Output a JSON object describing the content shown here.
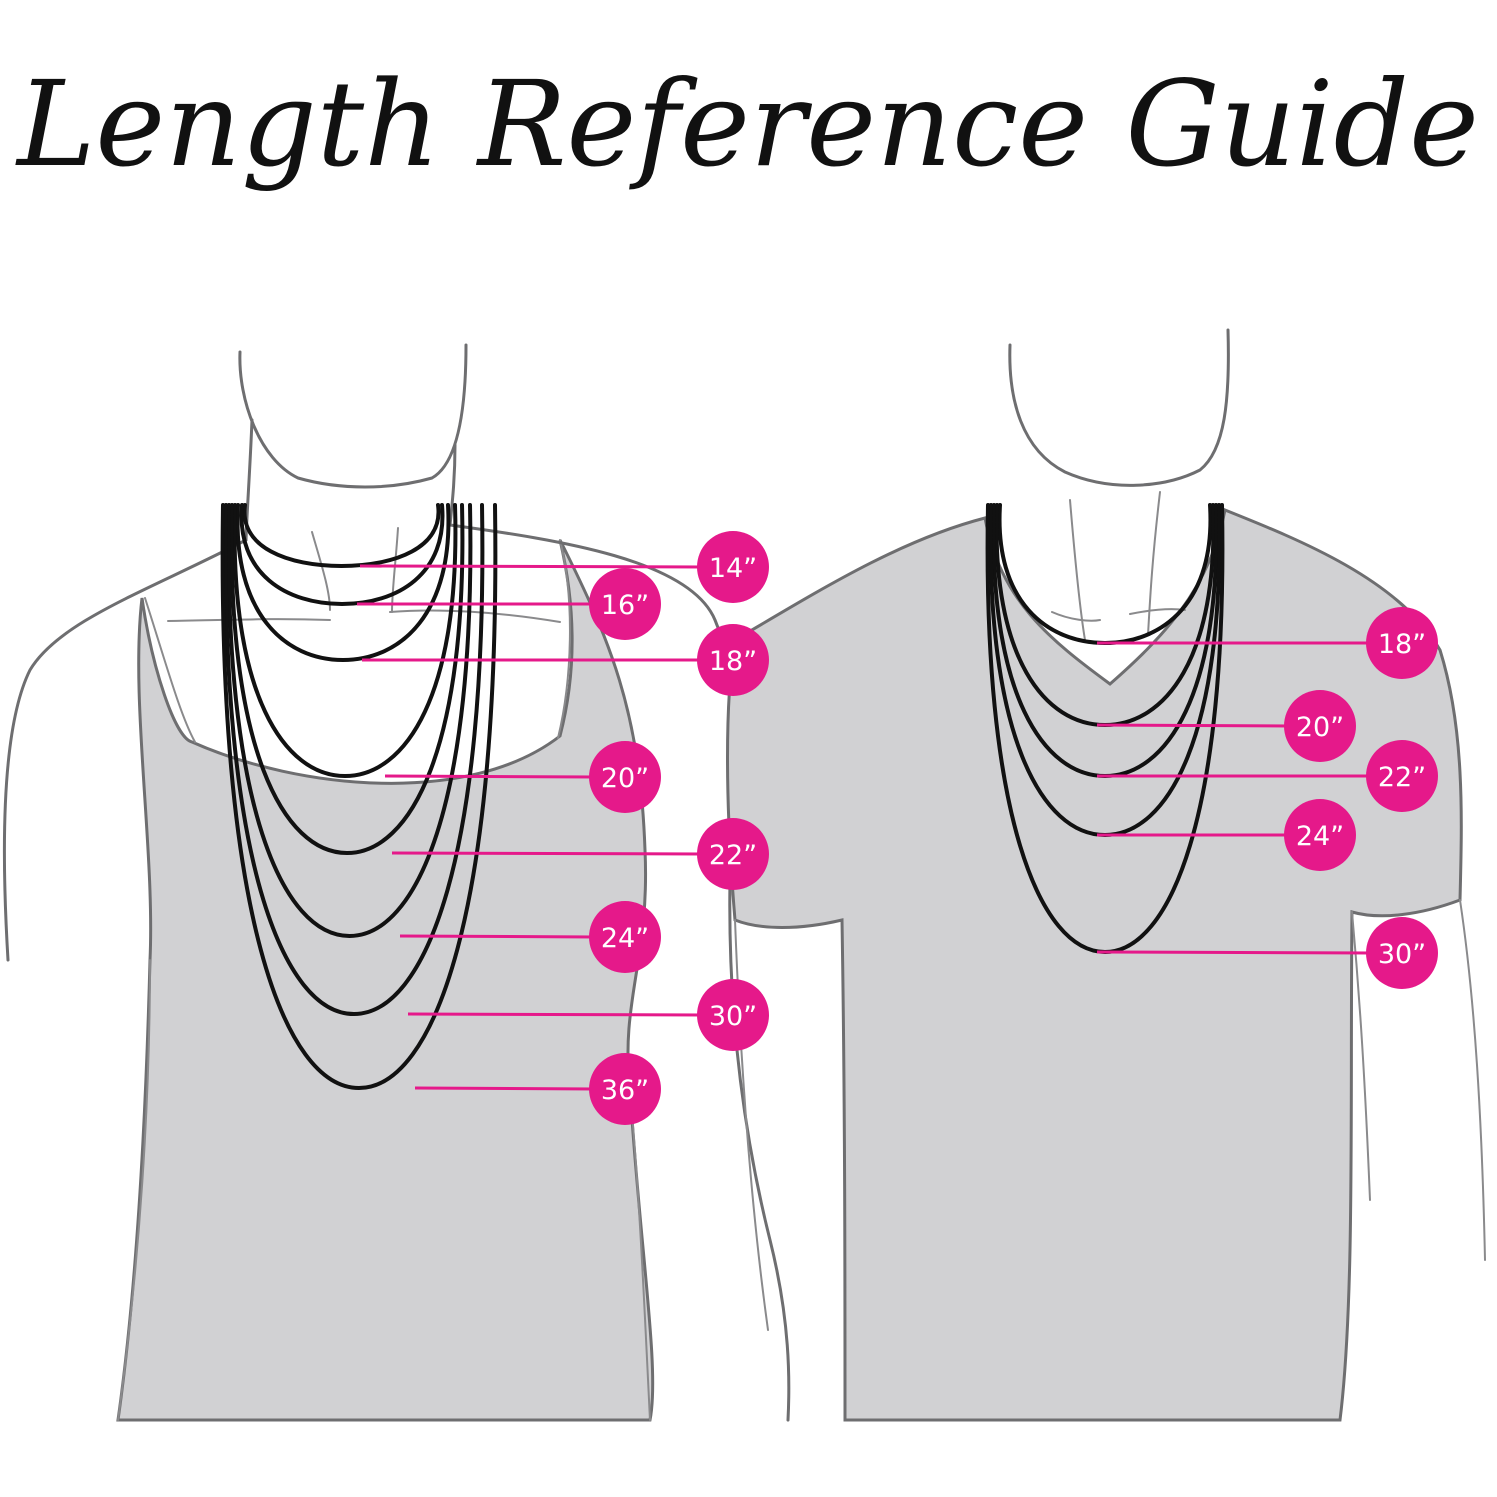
{
  "title": "Length Reference Guide",
  "colors": {
    "accent": "#e5198a",
    "garment": "#d1d1d3",
    "chain": "#111111",
    "outline": "#6e6e70",
    "background": "#ffffff"
  },
  "female": {
    "labels": [
      "14”",
      "16”",
      "18”",
      "20”",
      "22”",
      "24”",
      "30”",
      "36”"
    ]
  },
  "male": {
    "labels": [
      "18”",
      "20”",
      "22”",
      "24”",
      "30”"
    ]
  }
}
